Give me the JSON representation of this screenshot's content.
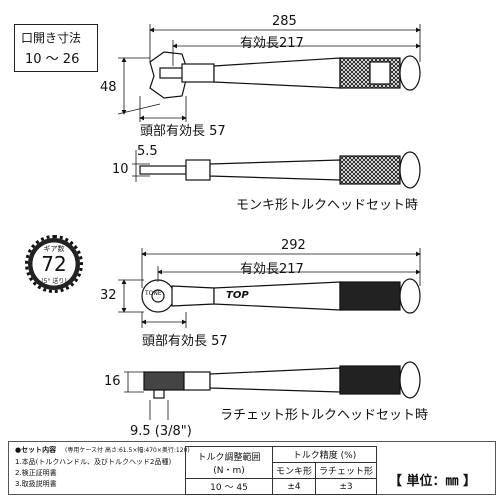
{
  "opening": {
    "title": "口開き寸法",
    "range": "10 ～ 26"
  },
  "monkey": {
    "total": "285",
    "effective": "有効長217",
    "height": "48",
    "head_length": "頭部有効長 57",
    "side_dim_a": "5.5",
    "side_dim_b": "10",
    "caption": "モンキ形トルクヘッドセット時"
  },
  "gear": {
    "label": "ギア数",
    "count": "72",
    "angle": "(5° 送り)"
  },
  "ratchet": {
    "total": "292",
    "effective": "有効長217",
    "height": "32",
    "head_length": "頭部有効長 57",
    "side_dim_a": "16",
    "drive": "9.5 (3/8\")",
    "caption": "ラチェット形トルクヘッドセット時",
    "head_text": "TONE",
    "brand": "TOP"
  },
  "set": {
    "title": "●セット内容",
    "title_note": "(専用ケース付 高さ:61.5×幅:470×奥行:120)",
    "items": [
      "1.本品(トルクハンドル、及びトルクヘッド2品種)",
      "2.検正証明書",
      "3.取扱説明書"
    ]
  },
  "spec": {
    "range_header": "トルク調整範囲",
    "range_unit": "(N・m)",
    "accuracy_header": "トルク精度 (%)",
    "col_monkey": "モンキ形",
    "col_ratchet": "ラチェット形",
    "range_value": "10 ～ 45",
    "acc_monkey": "±4",
    "acc_ratchet": "±3"
  },
  "unit_label": "【 単位：㎜ 】"
}
